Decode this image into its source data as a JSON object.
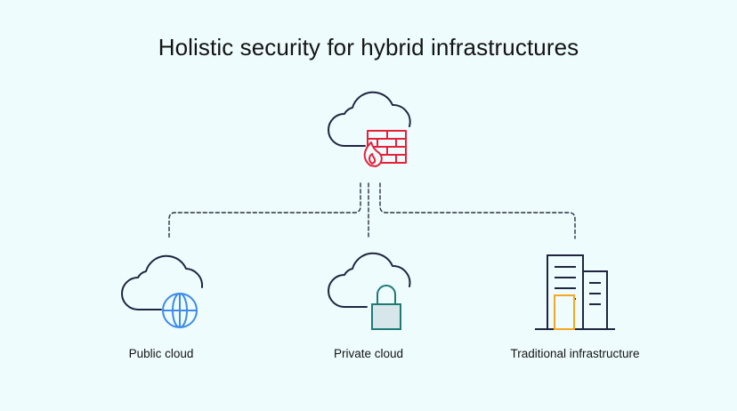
{
  "title": "Holistic security for hybrid infrastructures",
  "root": {
    "name": "Cloud firewall",
    "icons": [
      "cloud-icon",
      "firewall-icon"
    ]
  },
  "nodes": [
    {
      "label": "Public cloud",
      "icons": [
        "cloud-icon",
        "globe-icon"
      ]
    },
    {
      "label": "Private cloud",
      "icons": [
        "cloud-icon",
        "padlock-icon"
      ]
    },
    {
      "label": "Traditional infrastructure",
      "icons": [
        "building-icon"
      ]
    }
  ],
  "colors": {
    "background": "#eefcfd",
    "outline": "#1f2540",
    "firewall": "#e5213a",
    "globe": "#3f8ae8",
    "padlock": "#1f7a76",
    "padlock_body": "#d7e6e8",
    "door": "#f5a623",
    "connector": "#2b2f40"
  }
}
